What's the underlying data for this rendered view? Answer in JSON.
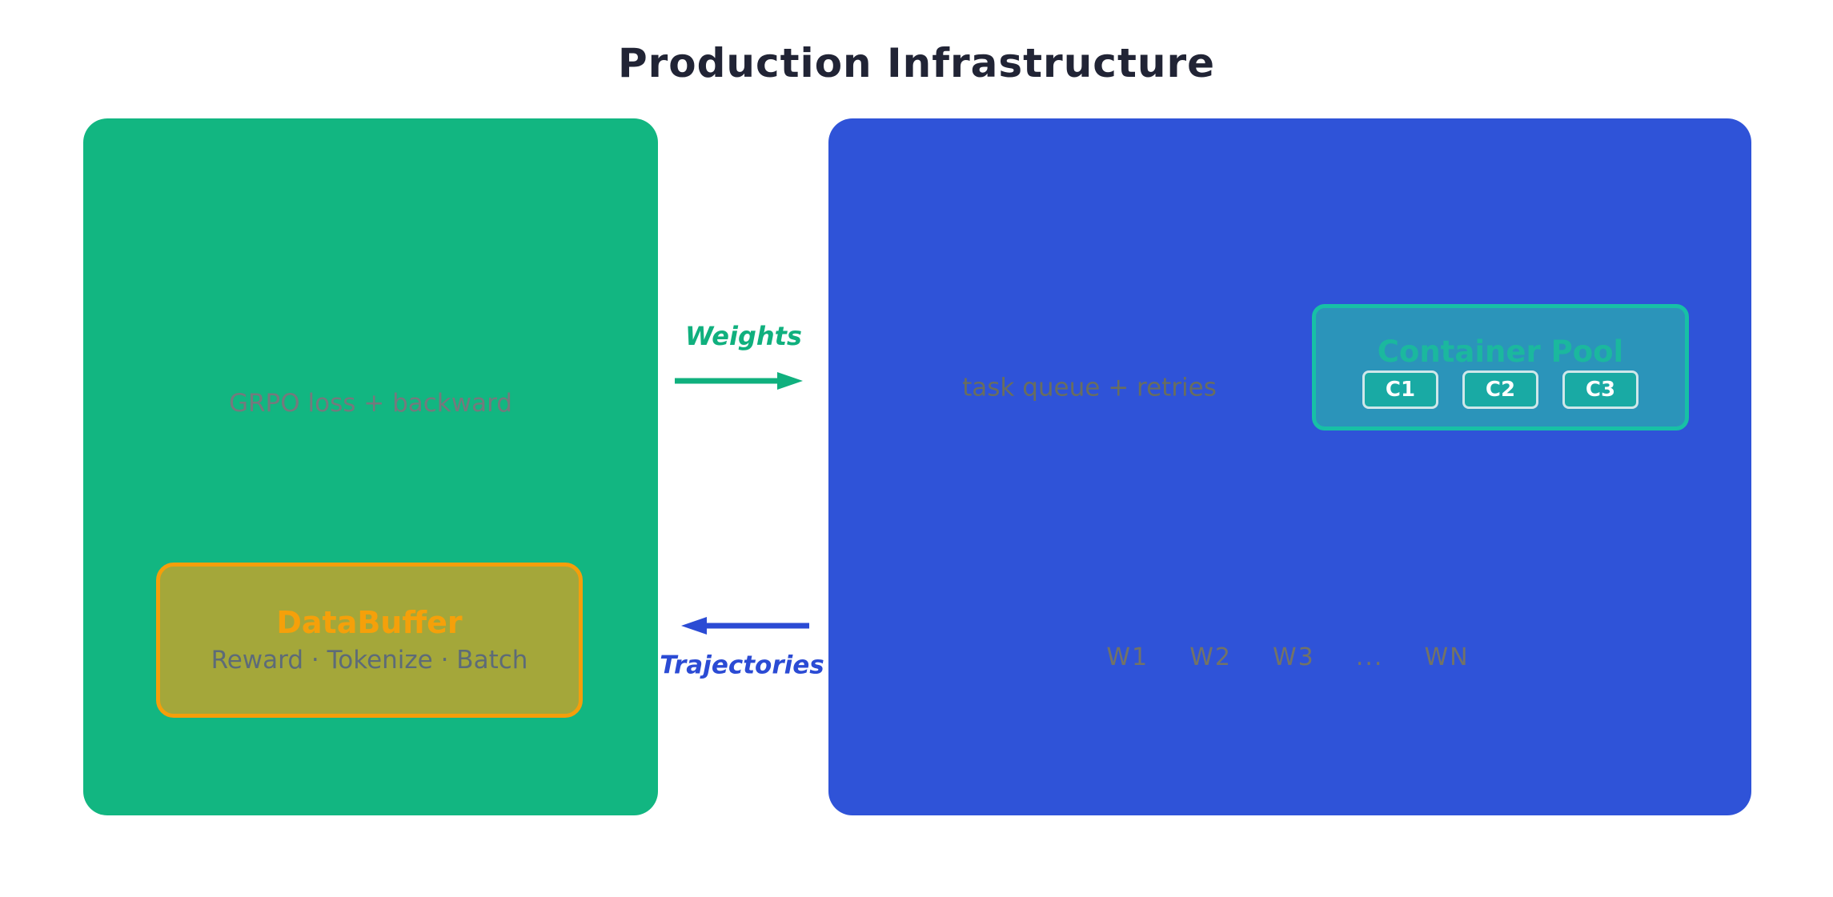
{
  "title": "Production Infrastructure",
  "trainer": {
    "label": "GRPO loss + backward",
    "buffer": {
      "title": "DataBuffer",
      "subtitle": "Reward · Tokenize · Batch"
    }
  },
  "executor": {
    "label": "task queue + retries",
    "workers": "W1  W2  W3  ...  WN",
    "pool": {
      "title": "Container Pool",
      "containers": [
        "C1",
        "C2",
        "C3"
      ]
    }
  },
  "flows": {
    "weights_label": "Weights",
    "trajectories_label": "Trajectories"
  },
  "colors": {
    "background": "#ffffff",
    "title_text": "#212435",
    "trainer_box": "#12b681",
    "trainer_label_text": "#75797d",
    "buffer_fill": "#a4a73a",
    "buffer_border": "#f59e0b",
    "buffer_title_text": "#f5a00a",
    "buffer_subtitle_text": "#5d6b78",
    "executor_box": "#2f53d8",
    "executor_label_text": "#696e5e",
    "workers_text": "#737366",
    "pool_fill": "#2b94ba",
    "pool_border": "#17c0a6",
    "pool_title_text": "#1bb89e",
    "container_fill": "#19aaa4",
    "container_border": "#cfe7ea",
    "container_text": "#ffffff",
    "weights_accent": "#10b07e",
    "trajectories_accent": "#2b4bd4"
  }
}
